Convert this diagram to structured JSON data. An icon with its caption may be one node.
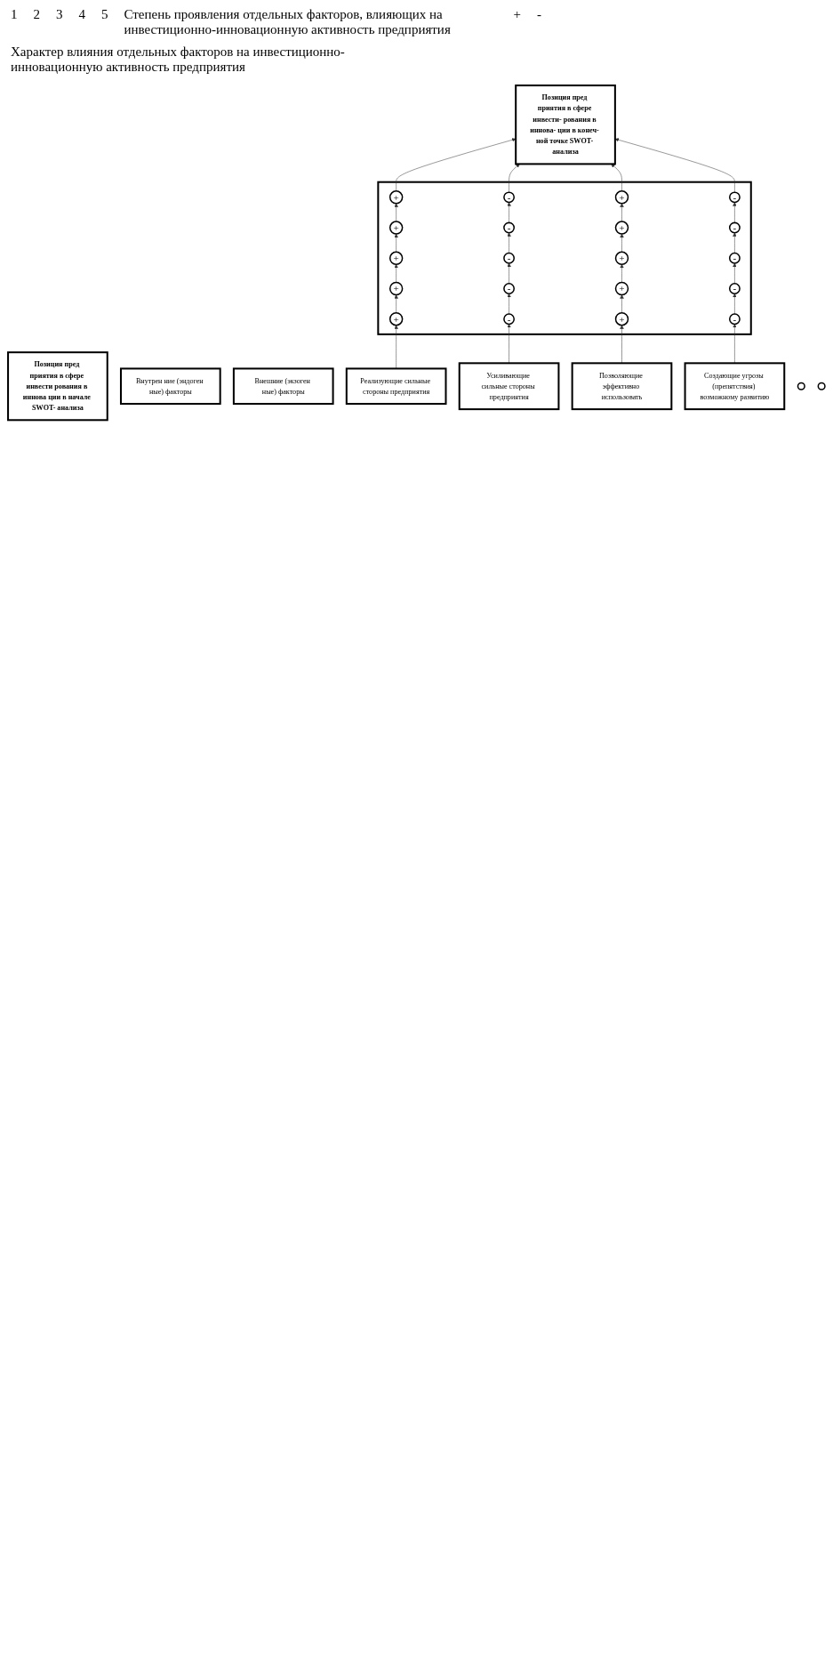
{
  "diagram": {
    "nodes": [
      {
        "text": [
          "Позиция пред приятия в сфере инвести рования в иннова ции в начале SWOT- анализа"
        ]
      },
      {
        "text": [
          "Внутрен ние (эндоген ные) факторы"
        ]
      },
      {
        "text": [
          "Внешние (экзоген ные) факторы"
        ]
      },
      {
        "text": [
          "Реализующие сильные стороны предприятия"
        ]
      },
      {
        "text": [
          "Усиливающие сильные стороны предприятия"
        ]
      },
      {
        "text": [
          "Позволяющие эффективно использовать"
        ]
      },
      {
        "text": [
          "Создающие угрозы (препятствия) возможному развитию"
        ]
      },
      {
        "text": [],
        "shape": "box"
      },
      {
        "text": [
          "+"
        ],
        "in": 7
      },
      {
        "text": [
          "+"
        ],
        "in": 7
      },
      {
        "text": [
          "+"
        ],
        "in": 7
      },
      {
        "text": [
          "+"
        ],
        "in": 7
      },
      {
        "text": [
          "+"
        ],
        "in": 7
      },
      {
        "text": [
          "-"
        ],
        "in": 7
      },
      {
        "text": [
          "-"
        ],
        "in": 7
      },
      {
        "text": [
          "-"
        ],
        "in": 7
      },
      {
        "text": [
          "-"
        ],
        "in": 7
      },
      {
        "text": [
          "-"
        ],
        "in": 7
      },
      {
        "text": [
          "+"
        ],
        "in": 7
      },
      {
        "text": [
          "+"
        ],
        "in": 7
      },
      {
        "text": [
          "+"
        ],
        "in": 7
      },
      {
        "text": [
          "+"
        ],
        "in": 7
      },
      {
        "text": [
          "+"
        ],
        "in": 7
      },
      {
        "text": [
          "-"
        ],
        "in": 7
      },
      {
        "text": [
          "-"
        ],
        "in": 7
      },
      {
        "text": [
          "-"
        ],
        "in": 7
      },
      {
        "text": [
          "-"
        ],
        "in": 7
      },
      {
        "text": [
          "-"
        ],
        "in": 7
      },
      {
        "text": [
          "Позиция пред приятия в сфере инвести- рования в иннова- ции в конеч- ной точке SWOT- анализа"
        ]
      },
      {
        "text": [],
        "shape": "circle"
      },
      {
        "text": [],
        "shape": "circle"
      }
    ],
    "edges": [
      {
        "from": 3,
        "to": 8,
        "arrow": "to"
      },
      {
        "from": 8,
        "to": 9,
        "arrow": "to"
      },
      {
        "from": 9,
        "to": 10,
        "arrow": "to"
      },
      {
        "from": 10,
        "to": 11,
        "arrow": "to"
      },
      {
        "from": 11,
        "to": 12,
        "arrow": "to"
      },
      {
        "from": 12,
        "to": 28,
        "arrow": "to"
      },
      {
        "from": 4,
        "to": 13,
        "arrow": "to"
      },
      {
        "from": 13,
        "to": 14,
        "arrow": "to"
      },
      {
        "from": 14,
        "to": 15,
        "arrow": "to"
      },
      {
        "from": 15,
        "to": 16,
        "arrow": "to"
      },
      {
        "from": 16,
        "to": 17,
        "arrow": "to"
      },
      {
        "from": 17,
        "to": 28,
        "arrow": "to"
      },
      {
        "from": 5,
        "to": 18,
        "arrow": "to"
      },
      {
        "from": 18,
        "to": 19,
        "arrow": "to"
      },
      {
        "from": 19,
        "to": 20,
        "arrow": "to"
      },
      {
        "from": 20,
        "to": 21,
        "arrow": "to"
      },
      {
        "from": 21,
        "to": 22,
        "arrow": "to"
      },
      {
        "from": 22,
        "to": 28,
        "arrow": "to"
      },
      {
        "from": 6,
        "to": 23,
        "arrow": "to"
      },
      {
        "from": 23,
        "to": 24,
        "arrow": "to"
      },
      {
        "from": 24,
        "to": 25,
        "arrow": "to"
      },
      {
        "from": 25,
        "to": 26,
        "arrow": "to"
      },
      {
        "from": 26,
        "to": 27,
        "arrow": "to"
      },
      {
        "from": 27,
        "to": 28,
        "arrow": "to"
      }
    ],
    "labels": [
      "1",
      "2",
      "3",
      "4",
      "5",
      "Степень проявления отдельных факторов, влияющих на инвестиционно-инновационную активность предприятия",
      "+",
      "-",
      "Характер влияния отдельных факторов на инвестиционно-инновационную активность предприятия"
    ]
  }
}
